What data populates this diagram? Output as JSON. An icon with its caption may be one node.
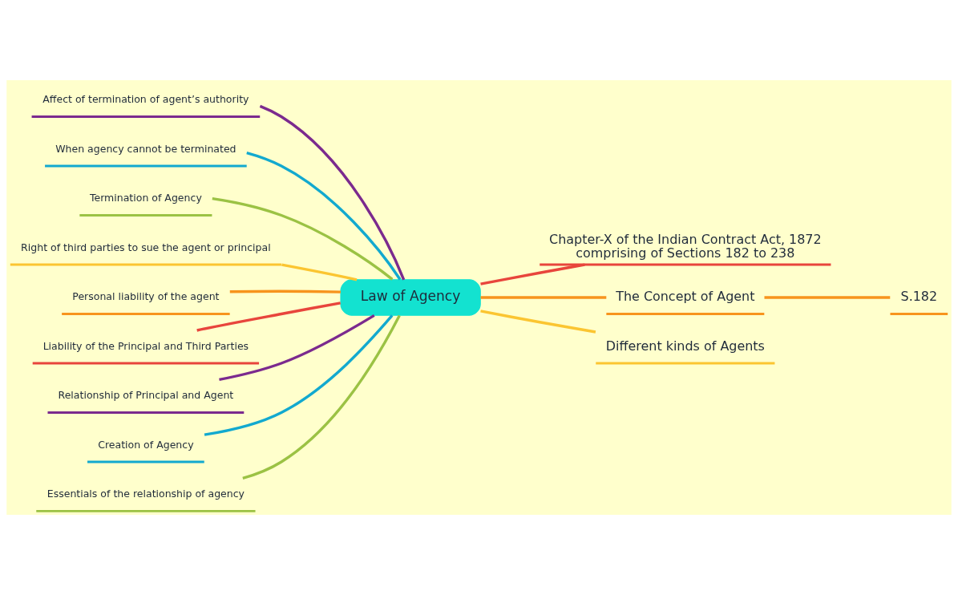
{
  "diagram": {
    "nodes": [
      {
        "text": [
          "Law of Agency"
        ]
      },
      {
        "text": [
          "Chapter-X of the Indian Contract Act, 1872 comprising of Sections 182 to 238"
        ]
      },
      {
        "text": [
          "The Concept of Agent"
        ]
      },
      {
        "text": [
          "S.182"
        ]
      },
      {
        "text": [
          "Different kinds of Agents"
        ]
      },
      {
        "text": [
          "Affect of termination of agent’s authority"
        ]
      },
      {
        "text": [
          "When agency cannot be terminated"
        ]
      },
      {
        "text": [
          "Termination of Agency"
        ]
      },
      {
        "text": [
          "Right of third parties to sue the agent or principal"
        ]
      },
      {
        "text": [
          "Personal liability of the agent"
        ]
      },
      {
        "text": [
          "Liability of the Principal and Third Parties"
        ]
      },
      {
        "text": [
          "Relationship of Principal and Agent"
        ]
      },
      {
        "text": [
          "Creation of Agency"
        ]
      },
      {
        "text": [
          "Essentials of the relationship of agency"
        ]
      }
    ],
    "edges": [
      {
        "from": 0,
        "to": 1,
        "arrow": "none",
        "color": "#e8453c"
      },
      {
        "from": 0,
        "to": 2,
        "arrow": "none",
        "color": "#f7941d"
      },
      {
        "from": 2,
        "to": 3,
        "arrow": "none",
        "color": "#f7941d"
      },
      {
        "from": 0,
        "to": 4,
        "arrow": "none",
        "color": "#fbc531"
      },
      {
        "from": 0,
        "to": 5,
        "arrow": "none",
        "color": "#7b2a8e"
      },
      {
        "from": 0,
        "to": 6,
        "arrow": "none",
        "color": "#12a9cf"
      },
      {
        "from": 0,
        "to": 7,
        "arrow": "none",
        "color": "#9bc244"
      },
      {
        "from": 0,
        "to": 8,
        "arrow": "none",
        "color": "#fbc531"
      },
      {
        "from": 0,
        "to": 9,
        "arrow": "none",
        "color": "#f7941d"
      },
      {
        "from": 0,
        "to": 10,
        "arrow": "none",
        "color": "#e8453c"
      },
      {
        "from": 0,
        "to": 11,
        "arrow": "none",
        "color": "#7b2a8e"
      },
      {
        "from": 0,
        "to": 12,
        "arrow": "none",
        "color": "#12a9cf"
      },
      {
        "from": 0,
        "to": 13,
        "arrow": "none",
        "color": "#9bc244"
      }
    ]
  }
}
